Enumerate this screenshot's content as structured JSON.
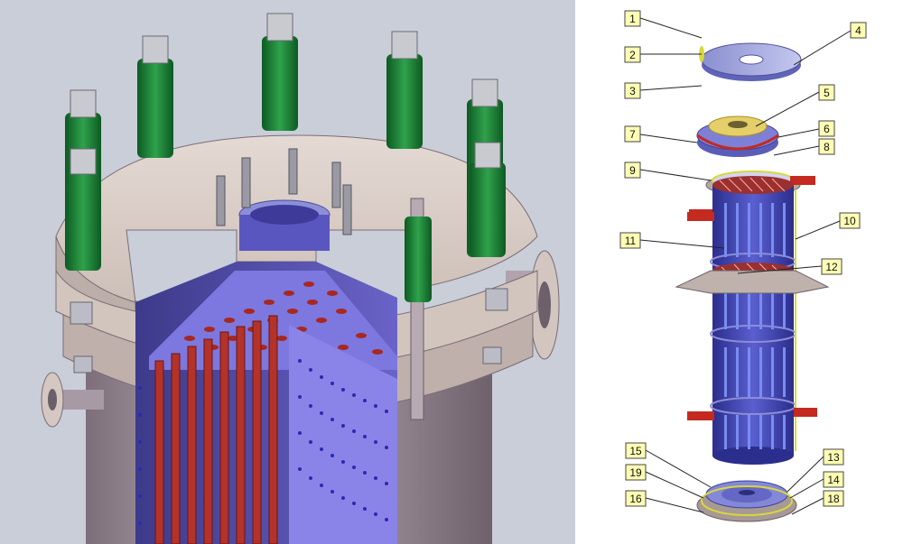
{
  "callouts": [
    {
      "id": "1",
      "label": "1"
    },
    {
      "id": "2",
      "label": "2"
    },
    {
      "id": "3",
      "label": "3"
    },
    {
      "id": "4",
      "label": "4"
    },
    {
      "id": "5",
      "label": "5"
    },
    {
      "id": "6",
      "label": "6"
    },
    {
      "id": "7",
      "label": "7"
    },
    {
      "id": "8",
      "label": "8"
    },
    {
      "id": "9",
      "label": "9"
    },
    {
      "id": "10",
      "label": "10"
    },
    {
      "id": "11",
      "label": "11"
    },
    {
      "id": "12",
      "label": "12"
    },
    {
      "id": "13",
      "label": "13"
    },
    {
      "id": "14",
      "label": "14"
    },
    {
      "id": "15",
      "label": "15"
    },
    {
      "id": "16",
      "label": "16"
    },
    {
      "id": "18",
      "label": "18"
    },
    {
      "id": "19",
      "label": "19"
    }
  ],
  "colors": {
    "background_left": "#c9ced8",
    "spring_green": "#1f8a3a",
    "tube_red": "#b3322a",
    "shell_blue": "#3f45b8",
    "flange_tan": "#d8ccc4",
    "callout_fill": "#ffffb4"
  }
}
